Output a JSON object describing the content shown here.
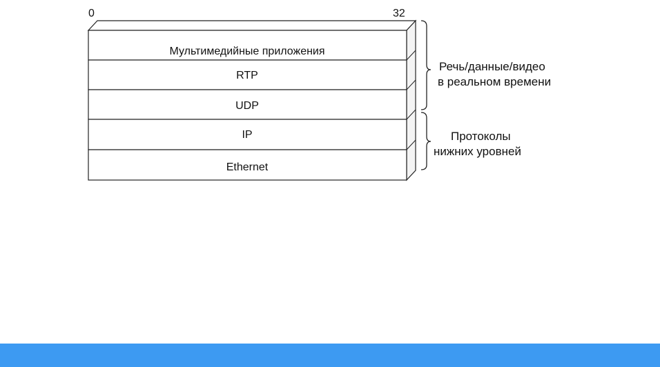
{
  "scale": {
    "left": "0",
    "right": "32"
  },
  "layers": [
    "Мультимедийные приложения",
    "RTP",
    "UDP",
    "IP",
    "Ethernet"
  ],
  "groups": [
    {
      "line1": "Речь/данные/видео",
      "line2": "в реальном времени"
    },
    {
      "line1": "Протоколы",
      "line2": "нижних уровней"
    }
  ],
  "colors": {
    "footer": "#3d9af2",
    "stroke": "#222222"
  }
}
